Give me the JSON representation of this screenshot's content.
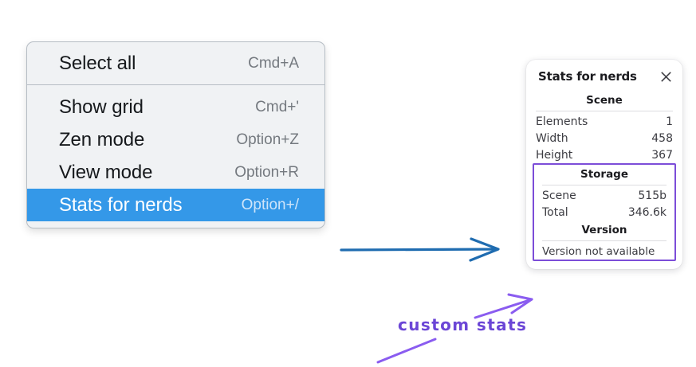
{
  "context_menu": {
    "sections": [
      {
        "items": [
          {
            "label": "Select all",
            "shortcut": "Cmd+A",
            "selected": false
          }
        ]
      },
      {
        "items": [
          {
            "label": "Show grid",
            "shortcut": "Cmd+'",
            "selected": false
          },
          {
            "label": "Zen mode",
            "shortcut": "Option+Z",
            "selected": false
          },
          {
            "label": "View mode",
            "shortcut": "Option+R",
            "selected": false
          },
          {
            "label": "Stats for nerds",
            "shortcut": "Option+/",
            "selected": true
          }
        ]
      }
    ],
    "highlight_color": "#3498e8",
    "background_color": "#f0f2f4"
  },
  "stats_panel": {
    "title": "Stats for nerds",
    "close_icon": "close-icon",
    "groups": [
      {
        "title": "Scene",
        "boxed": false,
        "rows": [
          {
            "key": "Elements",
            "value": "1"
          },
          {
            "key": "Width",
            "value": "458"
          },
          {
            "key": "Height",
            "value": "367"
          }
        ]
      },
      {
        "title": "Storage",
        "boxed": true,
        "rows": [
          {
            "key": "Scene",
            "value": "515b"
          },
          {
            "key": "Total",
            "value": "346.6k"
          }
        ]
      },
      {
        "title": "Version",
        "boxed": true,
        "note": "Version not available"
      }
    ],
    "highlight_box_color": "#7c4dd8"
  },
  "annotations": {
    "label": "custom stats",
    "label_color": "#6b46d6",
    "blue_arrow_color": "#1f6cb0",
    "purple_arrow_color": "#8a5cf0"
  }
}
